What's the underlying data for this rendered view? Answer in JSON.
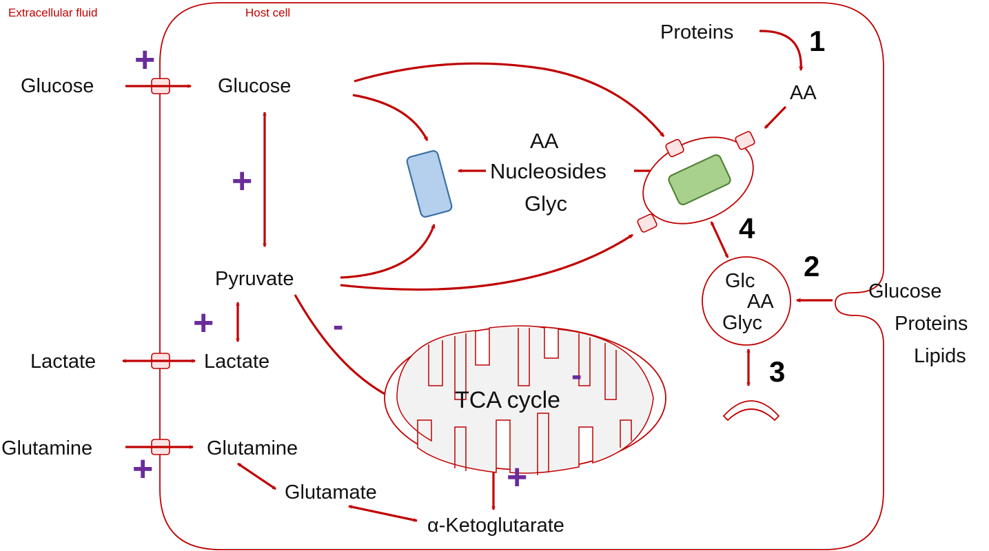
{
  "regions": {
    "extracellular": "Extracellular fluid",
    "host_cell": "Host cell"
  },
  "outside": {
    "glucose": "Glucose",
    "lactate": "Lactate",
    "glutamine": "Glutamine",
    "right_list": [
      "Glucose",
      "Proteins",
      "Lipids"
    ]
  },
  "inside": {
    "glucose": "Glucose",
    "pyruvate": "Pyruvate",
    "lactate": "Lactate",
    "glutamine": "Glutamine",
    "glutamate": "Glutamate",
    "akg": "α-Ketoglutarate",
    "proteins": "Proteins",
    "aa": "AA",
    "nutrients": [
      "AA",
      "Nucleosides",
      "Glyc"
    ],
    "vesicle": [
      "Glc",
      "AA",
      "Glyc"
    ],
    "tca": "TCA cycle"
  },
  "steps": [
    "1",
    "2",
    "3",
    "4"
  ],
  "regulation": {
    "plus": "+",
    "minus": "-"
  },
  "colors": {
    "arrow": "#c00000",
    "regulator": "#6a2c9a",
    "blue_organism": "#b4d0ec",
    "green_organism": "#a9d18e",
    "mitochondrion": "#f2f2f2"
  }
}
